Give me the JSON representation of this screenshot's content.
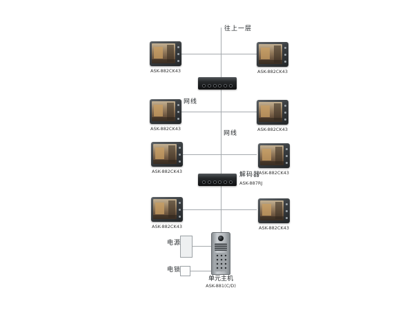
{
  "diagram": {
    "top_label": "往上一层",
    "cable_labels": [
      "网线",
      "网线"
    ],
    "monitors": [
      {
        "model": "ASK-882CK43"
      },
      {
        "model": "ASK-882CK43"
      },
      {
        "model": "ASK-882CK43"
      },
      {
        "model": "ASK-882CK43"
      },
      {
        "model": "ASK-882CK43"
      },
      {
        "model": "ASK-882CK43"
      },
      {
        "model": "ASK-882CK43"
      },
      {
        "model": "ASK-882CK43"
      }
    ],
    "decoder": {
      "name": "解码器",
      "model": "ASK-887RJ"
    },
    "door_station": {
      "name": "单元主机",
      "model": "ASK-881(C/D)"
    },
    "power_label": "电源",
    "lock_label": "电锁",
    "colors": {
      "line": "#a4a9ad",
      "device_dark": "#232628",
      "station_gray": "#b4b9bd"
    }
  }
}
